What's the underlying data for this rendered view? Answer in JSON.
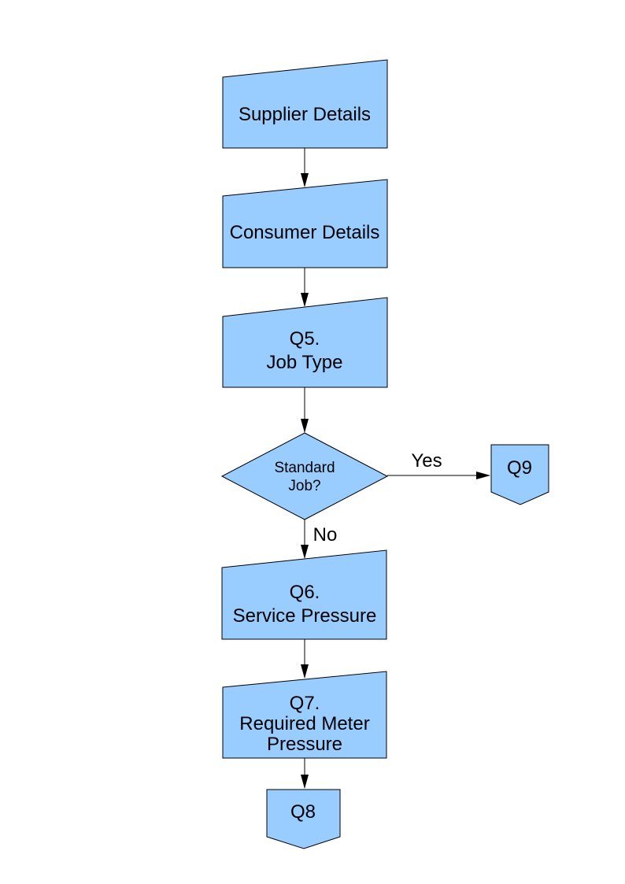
{
  "diagram": {
    "style": {
      "node_fill": "#99CCFF",
      "node_stroke": "#000000",
      "background": "#FFFFFF",
      "text_color": "#000000"
    },
    "nodes": {
      "supplier": {
        "type": "manual-input",
        "label": "Supplier Details"
      },
      "consumer": {
        "type": "manual-input",
        "label": "Consumer Details"
      },
      "q5": {
        "type": "manual-input",
        "line1": "Q5.",
        "line2": "Job Type"
      },
      "standard_job": {
        "type": "decision",
        "line1": "Standard",
        "line2": "Job?"
      },
      "q9": {
        "type": "off-page-connector",
        "label": "Q9"
      },
      "q6": {
        "type": "manual-input",
        "line1": "Q6.",
        "line2": "Service Pressure"
      },
      "q7": {
        "type": "manual-input",
        "line1": "Q7.",
        "line2": "Required Meter",
        "line3": "Pressure"
      },
      "q8": {
        "type": "off-page-connector",
        "label": "Q8"
      }
    },
    "edges": {
      "yes_label": "Yes",
      "no_label": "No"
    }
  }
}
